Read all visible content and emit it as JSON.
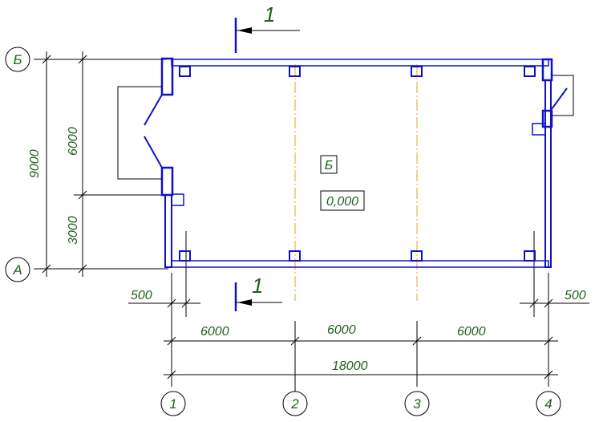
{
  "section": {
    "mark": "1"
  },
  "axes": {
    "rows": {
      "top": "Б",
      "bottom": "А"
    },
    "cols": [
      "1",
      "2",
      "3",
      "4"
    ]
  },
  "room": {
    "name": "Б",
    "level": "0,000"
  },
  "dims": {
    "overall_height": "9000",
    "upper_height": "6000",
    "lower_height": "3000",
    "spans": [
      "6000",
      "6000",
      "6000"
    ],
    "total_length": "18000",
    "left_offset": "500",
    "right_offset": "500"
  },
  "colors": {
    "wall": "#1010c8",
    "dimension": "#000000",
    "text": "#1f5f1f",
    "axis_line": "#e8a020"
  }
}
